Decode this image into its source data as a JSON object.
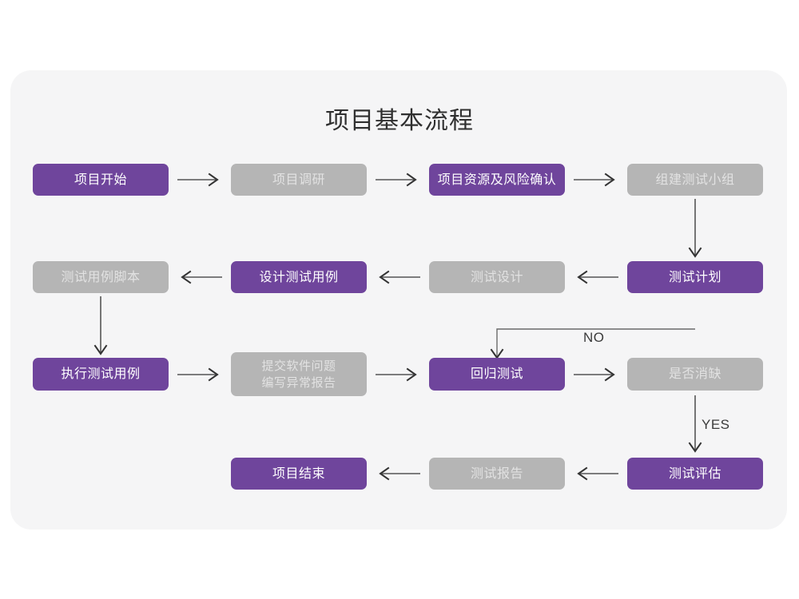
{
  "page": {
    "background_color": "#ffffff",
    "card_color": "#f5f5f6",
    "title": "项目基本流程",
    "accent_purple": "#6f459c",
    "muted_gray": "#b5b5b5",
    "gray_text_color": "#e2e2e2",
    "purple_text_color": "#ffffff"
  },
  "diagram": {
    "type": "flowchart",
    "nodes": [
      {
        "id": "n1",
        "label": "项目开始",
        "style": "purple",
        "row": 1,
        "col": 1
      },
      {
        "id": "n2",
        "label": "项目调研",
        "style": "gray",
        "row": 1,
        "col": 2
      },
      {
        "id": "n3",
        "label": "项目资源及风险确认",
        "style": "purple",
        "row": 1,
        "col": 3
      },
      {
        "id": "n4",
        "label": "组建测试小组",
        "style": "gray",
        "row": 1,
        "col": 4
      },
      {
        "id": "n5",
        "label": "测试用例脚本",
        "style": "gray",
        "row": 2,
        "col": 1
      },
      {
        "id": "n6",
        "label": "设计测试用例",
        "style": "purple",
        "row": 2,
        "col": 2
      },
      {
        "id": "n7",
        "label": "测试设计",
        "style": "gray",
        "row": 2,
        "col": 3
      },
      {
        "id": "n8",
        "label": "测试计划",
        "style": "purple",
        "row": 2,
        "col": 4
      },
      {
        "id": "n9",
        "label": "执行测试用例",
        "style": "purple",
        "row": 3,
        "col": 1
      },
      {
        "id": "n10",
        "label": "提交软件问题\n编写异常报告",
        "style": "gray",
        "row": 3,
        "col": 2
      },
      {
        "id": "n11",
        "label": "回归测试",
        "style": "purple",
        "row": 3,
        "col": 3
      },
      {
        "id": "n12",
        "label": "是否消缺",
        "style": "gray",
        "row": 3,
        "col": 4
      },
      {
        "id": "n13",
        "label": "项目结束",
        "style": "purple",
        "row": 4,
        "col": 2
      },
      {
        "id": "n14",
        "label": "测试报告",
        "style": "gray",
        "row": 4,
        "col": 3
      },
      {
        "id": "n15",
        "label": "测试评估",
        "style": "purple",
        "row": 4,
        "col": 4
      }
    ],
    "edges": [
      {
        "from": "n1",
        "to": "n2",
        "dir": "right",
        "label": ""
      },
      {
        "from": "n2",
        "to": "n3",
        "dir": "right",
        "label": ""
      },
      {
        "from": "n3",
        "to": "n4",
        "dir": "right",
        "label": ""
      },
      {
        "from": "n4",
        "to": "n8",
        "dir": "down",
        "label": ""
      },
      {
        "from": "n8",
        "to": "n7",
        "dir": "left",
        "label": ""
      },
      {
        "from": "n7",
        "to": "n6",
        "dir": "left",
        "label": ""
      },
      {
        "from": "n6",
        "to": "n5",
        "dir": "left",
        "label": ""
      },
      {
        "from": "n5",
        "to": "n9",
        "dir": "down",
        "label": ""
      },
      {
        "from": "n9",
        "to": "n10",
        "dir": "right",
        "label": ""
      },
      {
        "from": "n10",
        "to": "n11",
        "dir": "right",
        "label": ""
      },
      {
        "from": "n11",
        "to": "n12",
        "dir": "right",
        "label": ""
      },
      {
        "from": "n12",
        "to": "n11",
        "dir": "loop-up-left",
        "label": "NO"
      },
      {
        "from": "n12",
        "to": "n15",
        "dir": "down",
        "label": "YES"
      },
      {
        "from": "n15",
        "to": "n14",
        "dir": "left",
        "label": ""
      },
      {
        "from": "n14",
        "to": "n13",
        "dir": "left",
        "label": ""
      }
    ],
    "edge_labels": {
      "no": "NO",
      "yes": "YES"
    }
  }
}
